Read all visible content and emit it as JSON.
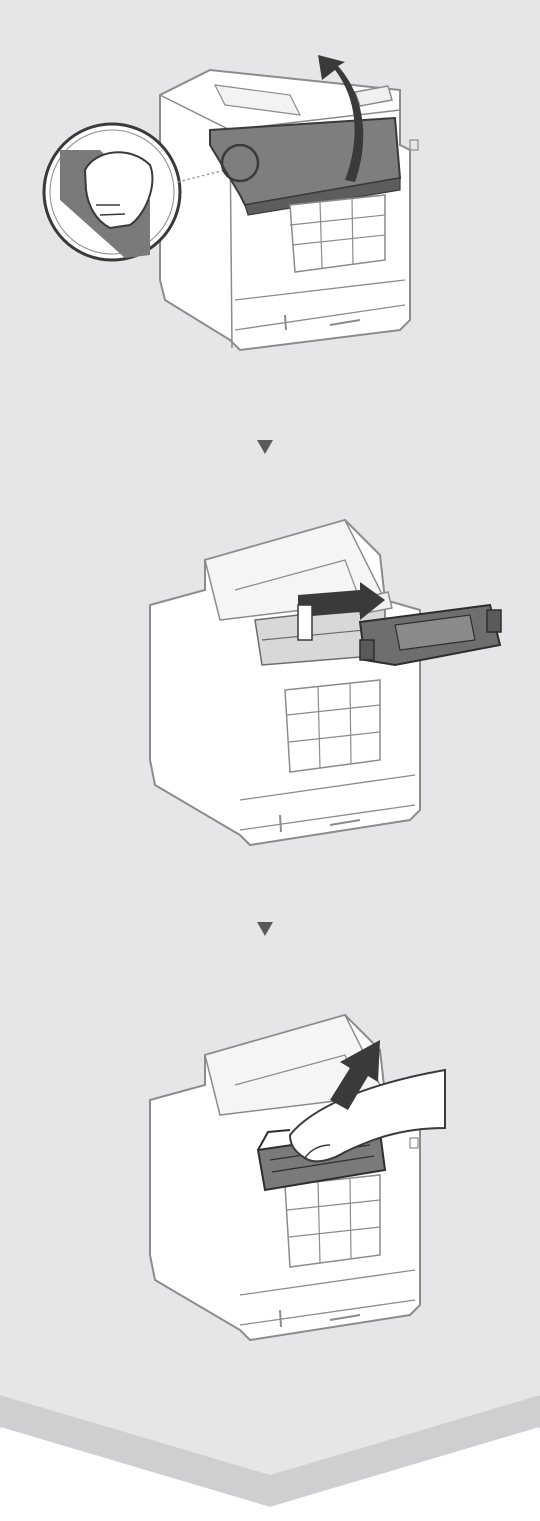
{
  "steps": [
    {
      "action": "open-top-cover"
    },
    {
      "action": "remove-toner-cartridge"
    },
    {
      "action": "remove-drum-cartridge"
    }
  ],
  "icons": [
    "hand-icon",
    "up-arrow-icon",
    "pull-arrow-icon",
    "down-triangle-icon"
  ],
  "colors": {
    "panel": "#e6e6e8",
    "chevron_band": "#d0d0d3",
    "printer_body": "#ffffff",
    "outline": "#8c8c8c",
    "accent_dark": "#3a3a3a",
    "step_arrow": "#5a5a5a"
  }
}
